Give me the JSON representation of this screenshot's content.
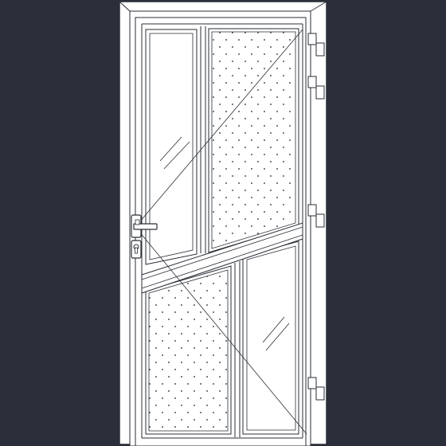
{
  "drawing": {
    "background_color": "#2b2f3a",
    "line_color": "#c8cdd4",
    "face_color": "#ffffff",
    "detail_color": "#2a2e36",
    "handle": {
      "icon": "lever-handle-icon"
    },
    "lock": {
      "icon": "lock-cylinder-icon"
    },
    "hinges": {
      "count": 4,
      "icon": "hinge-icon"
    },
    "glazing": {
      "clear_panels": 2,
      "patterned_panels": 2,
      "pattern": "dotted"
    },
    "opening_indicator": "diagonal-swing-lines"
  }
}
